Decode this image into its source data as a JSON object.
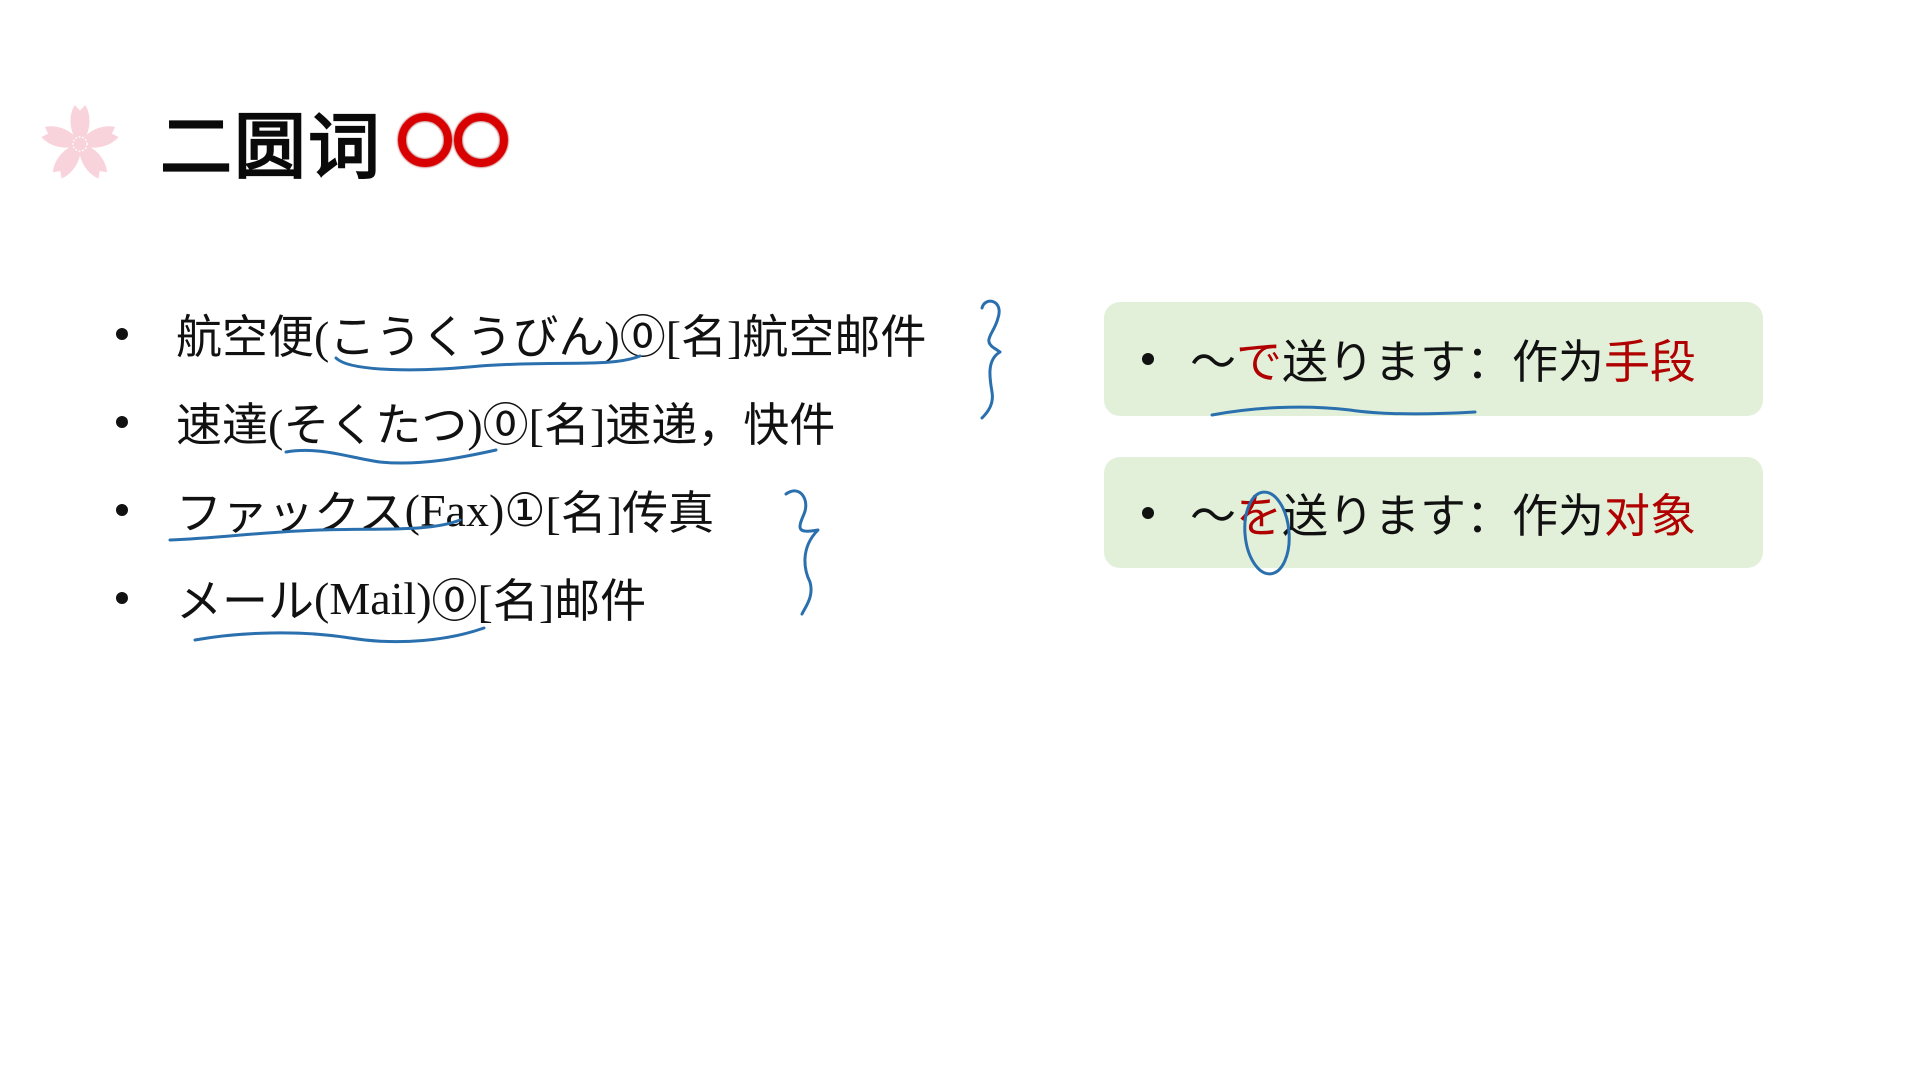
{
  "slide": {
    "title": "二圆词",
    "title_icon": "sakura-flower-icon",
    "title_marker": "double-red-circle-icon",
    "vocab": [
      {
        "word": "航空便",
        "reading": "(こうくうびん)",
        "accent": "⓪",
        "pos": "[名]",
        "meaning": "航空邮件"
      },
      {
        "word": "速達",
        "reading": "(そくたつ)",
        "accent": "⓪",
        "pos": " [名]",
        "meaning": "速递，快件"
      },
      {
        "word": "ファックス",
        "reading": "(Fax)",
        "accent": "①",
        "pos": " [名]",
        "meaning": "传真"
      },
      {
        "word": "メール",
        "reading": "(Mail)",
        "accent": "⓪",
        "pos": " [名]",
        "meaning": "邮件"
      }
    ],
    "grammar_boxes": [
      {
        "prefix": "～",
        "particle": "で",
        "verb": "送ります：",
        "explain": "作为",
        "highlight": "手段"
      },
      {
        "prefix": "～",
        "particle": "を",
        "verb": "送ります：",
        "explain": "作为",
        "highlight": "对象"
      }
    ],
    "colors": {
      "box_bg": "#e2f0da",
      "highlight_red": "#b00000",
      "pen_blue": "#2a6fae",
      "title_ring_red": "#d80000"
    }
  }
}
